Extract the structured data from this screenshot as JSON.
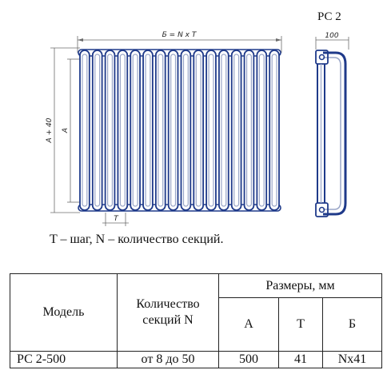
{
  "drawing": {
    "model_label": "РС 2",
    "dim_width": "Б = N x T",
    "dim_height_total": "A + 40",
    "dim_height": "A",
    "dim_pitch": "T",
    "dim_depth": "100",
    "section_count_drawn": 16,
    "colors": {
      "tube_outer": "#1f3a8a",
      "tube_inner": "#9aa6c8",
      "dim_line": "#6b6b6b"
    }
  },
  "caption": "T – шаг, N – количество секций.",
  "table": {
    "col_model": "Модель",
    "col_count": "Количество секций N",
    "col_sizes": "Размеры, мм",
    "col_a": "А",
    "col_t": "Т",
    "col_b": "Б",
    "rows": [
      {
        "model": "РС 2-500",
        "count": "от 8 до 50",
        "a": "500",
        "t": "41",
        "b": "Nx41"
      }
    ]
  }
}
